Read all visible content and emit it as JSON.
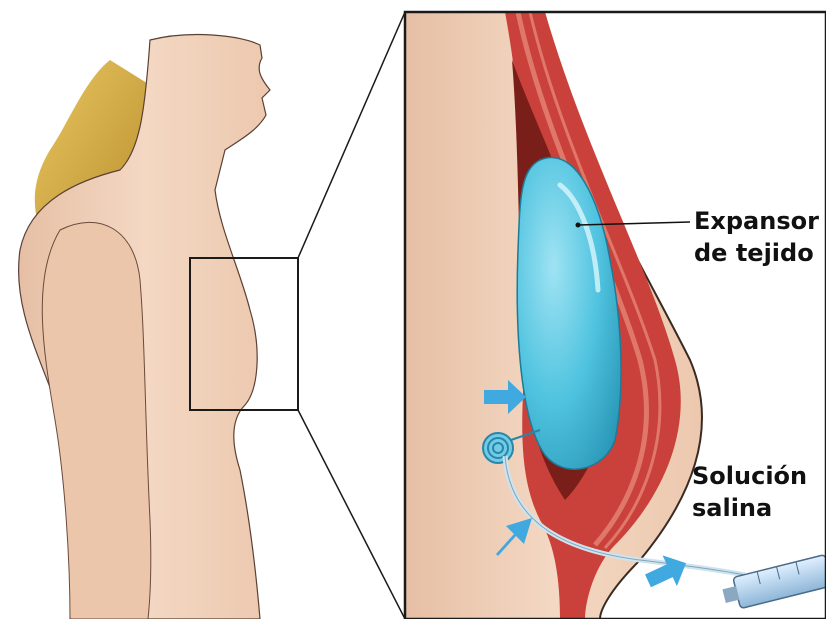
{
  "labels": {
    "expander_line1": "Expansor",
    "expander_line2": "de tejido",
    "saline_line1": "Solución",
    "saline_line2": "salina"
  },
  "colors": {
    "skin": "#f2d3bb",
    "skin_shadow": "#deb59a",
    "muscle": "#c9413a",
    "muscle_light": "#e0786a",
    "cavity": "#7a1e1a",
    "expander": "#4fc3df",
    "expander_highlight": "#a6e6f4",
    "arrow": "#3fa9e0",
    "hair": "#d9b34a",
    "outline": "#1a1a1a"
  }
}
